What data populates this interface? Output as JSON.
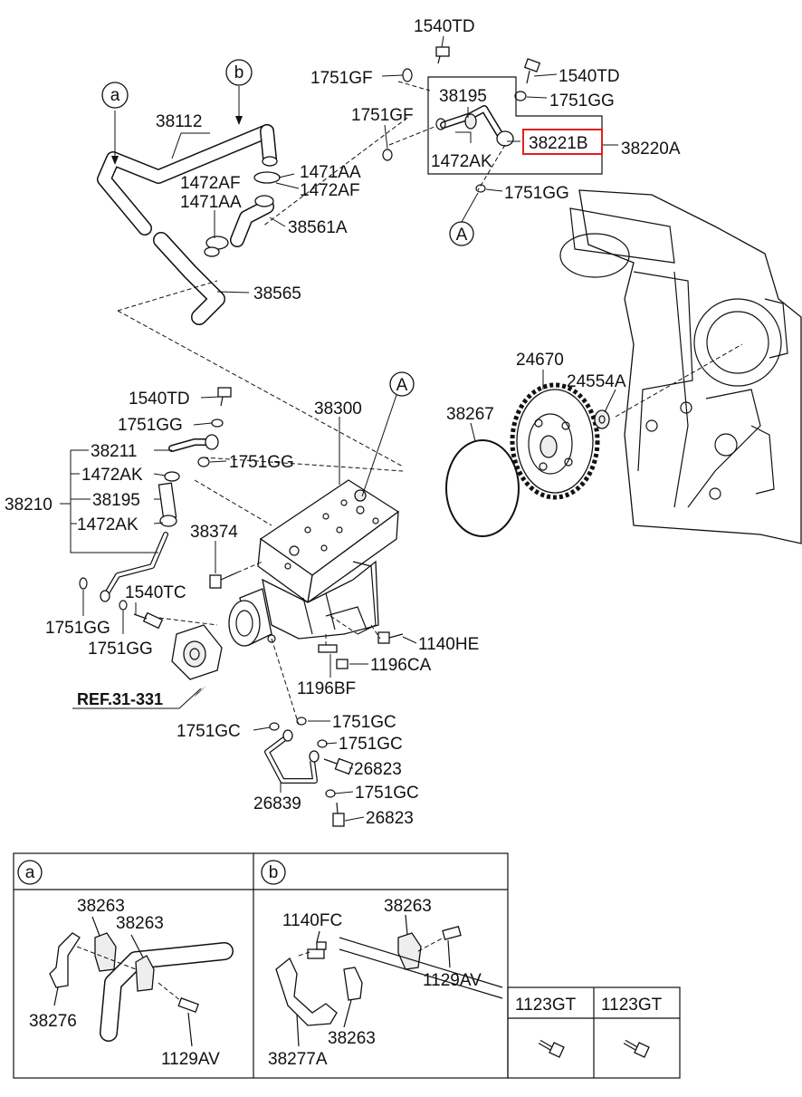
{
  "highlight_color": "#e02020",
  "labels": {
    "p1540td_a": "1540TD",
    "p1751gf_a": "1751GF",
    "p1540td_b": "1540TD",
    "p38195_a": "38195",
    "p1751gg_a": "1751GG",
    "p1751gf_b": "1751GF",
    "p38221b": "38221B",
    "p38220a": "38220A",
    "p1472ak_a": "1472AK",
    "p1751gg_b": "1751GG",
    "callout_a_top": "A",
    "circle_a": "a",
    "circle_b": "b",
    "p38112": "38112",
    "p1471aa_a": "1471AA",
    "p1472af_a": "1472AF",
    "p1472af_b": "1472AF",
    "p1471aa_b": "1471AA",
    "p38561a": "38561A",
    "p38565": "38565",
    "p24670": "24670",
    "p24554a": "24554A",
    "p1540td_c": "1540TD",
    "p38300": "38300",
    "callout_a_mid": "A",
    "p38267": "38267",
    "p1751gg_c": "1751GG",
    "p38211": "38211",
    "p1751gg_d": "1751GG",
    "p1472ak_b": "1472AK",
    "p38210": "38210",
    "p38195_b": "38195",
    "p1472ak_c": "1472AK",
    "p38374": "38374",
    "p1540tc": "1540TC",
    "p1751gg_e": "1751GG",
    "p1751gg_f": "1751GG",
    "p1140he": "1140HE",
    "p1196ca": "1196CA",
    "p1196bf": "1196BF",
    "ref_31_331": "REF.31-331",
    "p1751gc_a": "1751GC",
    "p1751gc_b": "1751GC",
    "p1751gc_c": "1751GC",
    "p26823_a": "26823",
    "p26839": "26839",
    "p1751gc_d": "1751GC",
    "p26823_b": "26823",
    "panel_a_title": "a",
    "panel_b_title": "b",
    "pa_38263_a": "38263",
    "pa_38263_b": "38263",
    "pa_38276": "38276",
    "pa_1129av": "1129AV",
    "pb_1140fc": "1140FC",
    "pb_38263_a": "38263",
    "pb_1129av": "1129AV",
    "pb_38263_b": "38263",
    "pb_38277a": "38277A",
    "p1123gt_a": "1123GT",
    "p1123gt_b": "1123GT"
  }
}
